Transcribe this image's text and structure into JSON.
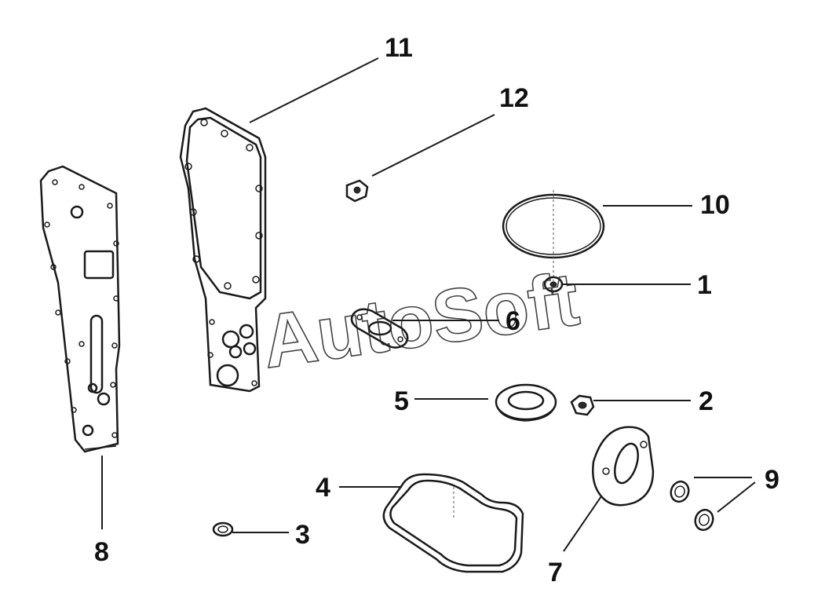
{
  "watermark": "AutoSoft",
  "callouts": {
    "c1": "1",
    "c2": "2",
    "c3": "3",
    "c4": "4",
    "c5": "5",
    "c6": "6",
    "c7": "7",
    "c8": "8",
    "c9": "9",
    "c10": "10",
    "c11": "11",
    "c12": "12"
  },
  "colors": {
    "line": "#1a1a1a",
    "background": "#ffffff"
  }
}
